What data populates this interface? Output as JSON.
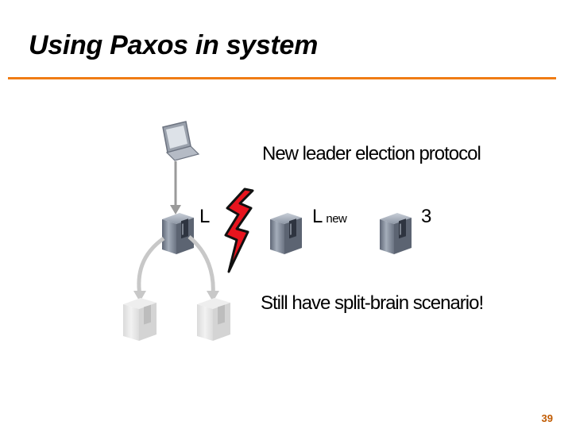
{
  "slide": {
    "title": "Using Paxos in system",
    "page_number": "39"
  },
  "diagram": {
    "caption_top": "New leader election protocol",
    "caption_bottom": "Still have split-brain scenario!",
    "nodes": [
      {
        "id": "leader",
        "label": "L",
        "subscript": ""
      },
      {
        "id": "new-leader",
        "label": "L",
        "subscript": "new"
      },
      {
        "id": "node-3",
        "label": "3",
        "subscript": ""
      }
    ]
  },
  "colors": {
    "accent": "#F07C14",
    "partition": "#E8141E",
    "server": "#8C95A3",
    "faded_server": "#D9D9D9",
    "arrow": "#C8C8C8",
    "page_number": "#C05A00"
  },
  "icons": [
    "laptop-icon",
    "server-icon",
    "lightning-bolt-icon"
  ]
}
